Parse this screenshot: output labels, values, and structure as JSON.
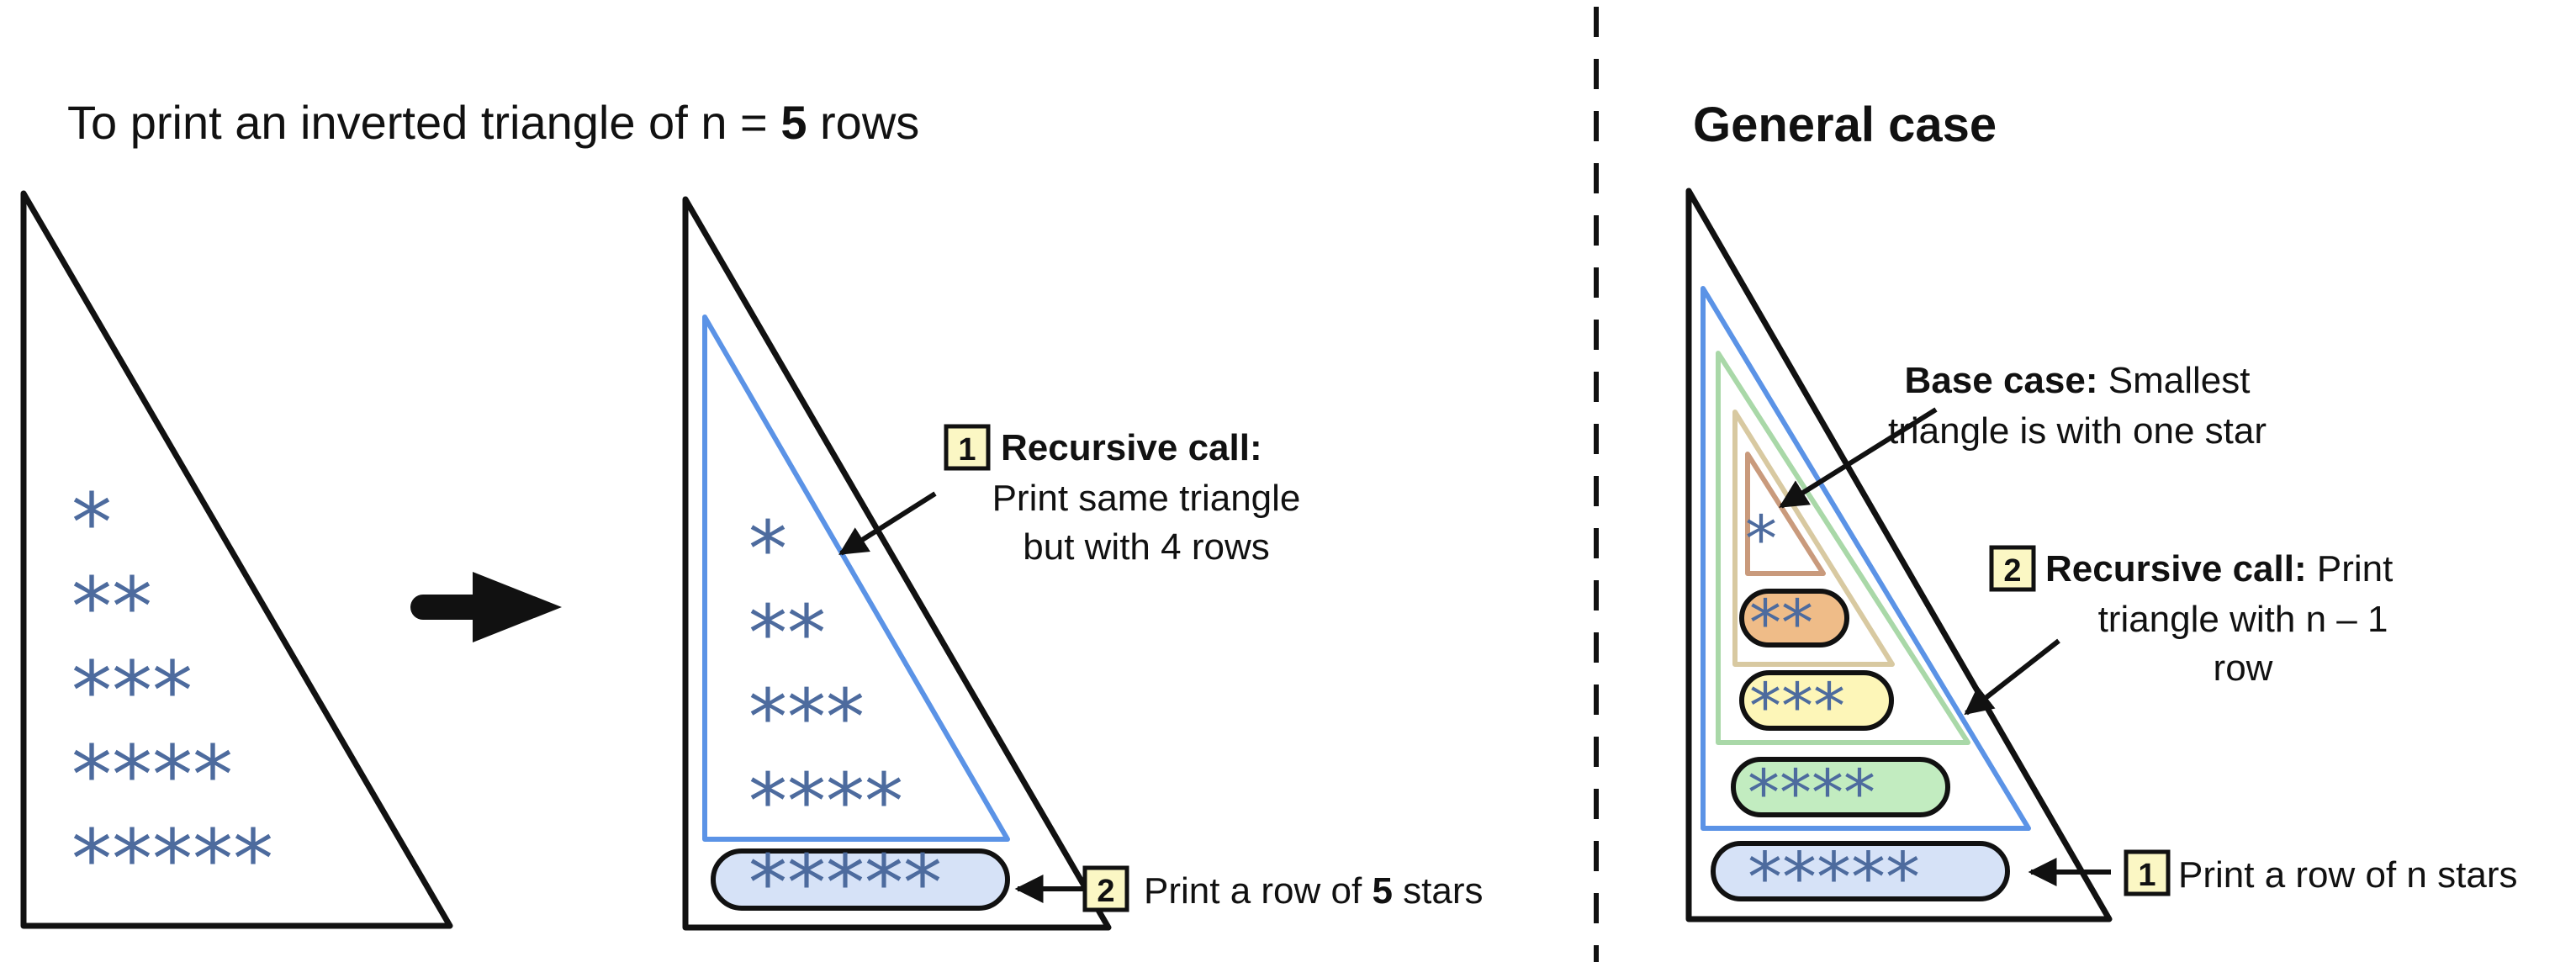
{
  "left": {
    "title": {
      "prefix": "To print an inverted triangle of",
      "var": "n",
      "eq": "=",
      "value": "5",
      "suffix": "rows"
    },
    "rows": [
      "*",
      "**",
      "***",
      "****",
      "*****"
    ]
  },
  "middle": {
    "rows": [
      "*",
      "**",
      "***",
      "****"
    ],
    "bottom_row": "*****",
    "step1": {
      "badge": "1",
      "label": "Recursive call:",
      "line1": "Print same triangle",
      "line2": "but with 4 rows"
    },
    "step2": {
      "badge": "2",
      "prefix": "Print a row of",
      "value": "5",
      "suffix": "stars"
    }
  },
  "right": {
    "title": "General case",
    "base_case": {
      "label": "Base case:",
      "rest": "Smallest",
      "line2": "triangle is with one star"
    },
    "recursive": {
      "badge": "2",
      "label": "Recursive call:",
      "rest": "Print",
      "line2": "triangle with n  –  1",
      "line3": "row"
    },
    "print_row": {
      "badge": "1",
      "text": "Print a row of n stars"
    },
    "rows": [
      "*",
      "**",
      "***",
      "****",
      "*****"
    ]
  },
  "colors": {
    "star": "#4d6b9e",
    "blue": "#5b93e6",
    "badge": "#fbf7c4",
    "pill_blue": "#d6e2f7",
    "pill_orange": "#efbc88",
    "pill_yellow": "#fdf6b8",
    "pill_green": "#c2ecc0"
  }
}
